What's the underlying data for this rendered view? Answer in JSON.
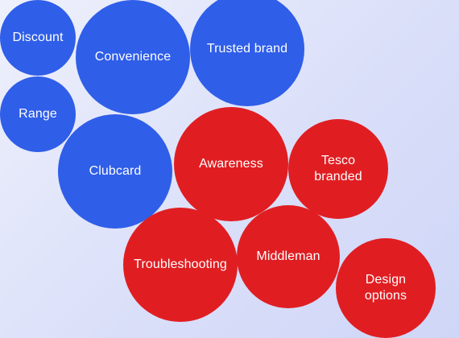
{
  "colors": {
    "blue": "#2f5ee8",
    "red": "#e01e22"
  },
  "bubbles": {
    "discount": {
      "label": "Discount",
      "color_group": "blue"
    },
    "convenience": {
      "label": "Convenience",
      "color_group": "blue"
    },
    "trusted_brand": {
      "label": "Trusted brand",
      "color_group": "blue"
    },
    "range": {
      "label": "Range",
      "color_group": "blue"
    },
    "clubcard": {
      "label": "Clubcard",
      "color_group": "blue"
    },
    "awareness": {
      "label": "Awareness",
      "color_group": "red"
    },
    "tesco_branded": {
      "label": "Tesco\nbranded",
      "color_group": "red"
    },
    "troubleshooting": {
      "label": "Troubleshooting",
      "color_group": "red"
    },
    "middleman": {
      "label": "Middleman",
      "color_group": "red"
    },
    "design_options": {
      "label": "Design\noptions",
      "color_group": "red"
    }
  }
}
